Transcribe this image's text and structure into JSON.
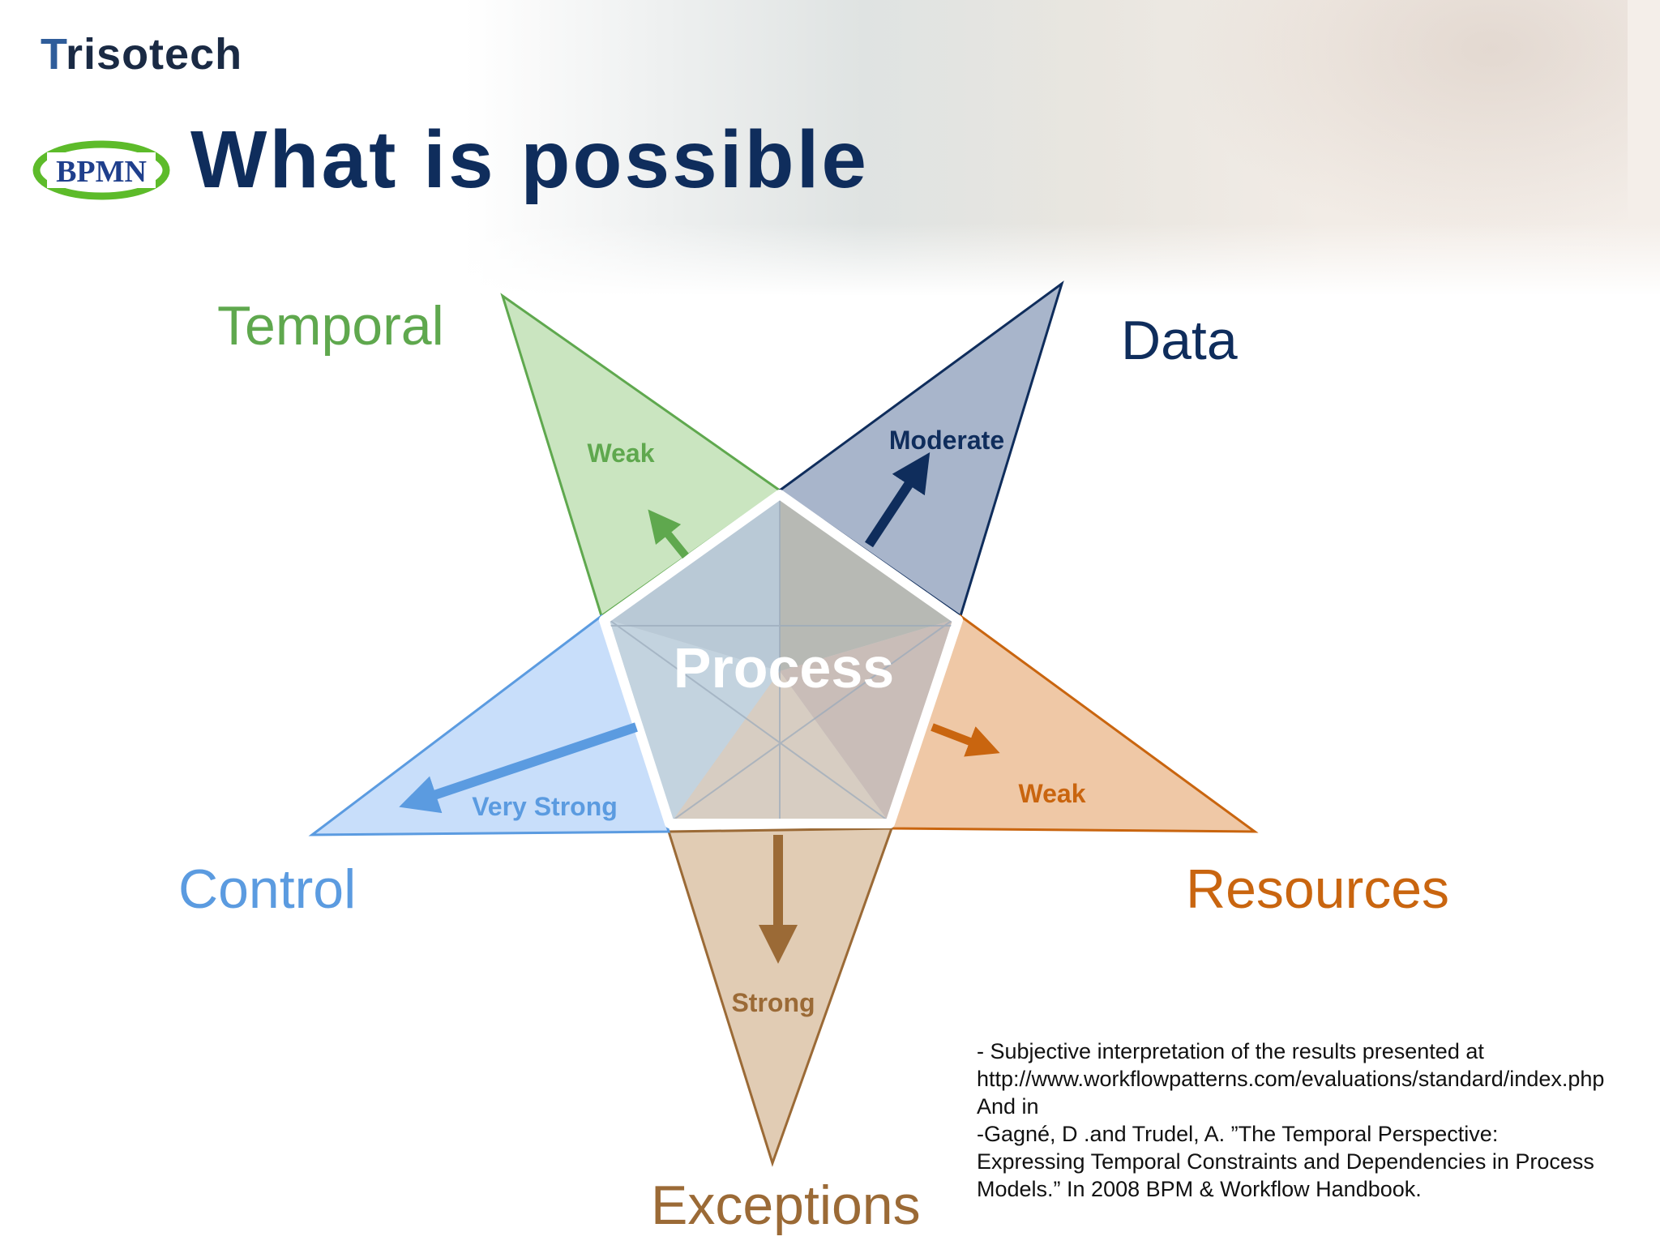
{
  "header": {
    "brand_initial": "T",
    "brand_rest": "risotech",
    "bpmn_logo_text": "BPMN",
    "title": "What is possible"
  },
  "diagram": {
    "center_label": "Process",
    "perspectives": [
      {
        "key": "temporal",
        "label": "Temporal",
        "strength": "Weak",
        "color": "#5fa84e"
      },
      {
        "key": "data",
        "label": "Data",
        "strength": "Moderate",
        "color": "#0f2d5c"
      },
      {
        "key": "resources",
        "label": "Resources",
        "strength": "Weak",
        "color": "#c9650f"
      },
      {
        "key": "exceptions",
        "label": "Exceptions",
        "strength": "Strong",
        "color": "#9b6a36"
      },
      {
        "key": "control",
        "label": "Control",
        "strength": "Very Strong",
        "color": "#5b9be0"
      }
    ]
  },
  "citation": {
    "line1": "- Subjective interpretation of the results presented at",
    "line2": "http://www.workflowpatterns.com/evaluations/standard/index.php",
    "line3": "And in",
    "line4": "-Gagné, D .and Trudel, A.  ”The Temporal Perspective:",
    "line5": "Expressing Temporal Constraints and Dependencies in Process",
    "line6": "Models.”  In 2008 BPM & Workflow Handbook."
  }
}
